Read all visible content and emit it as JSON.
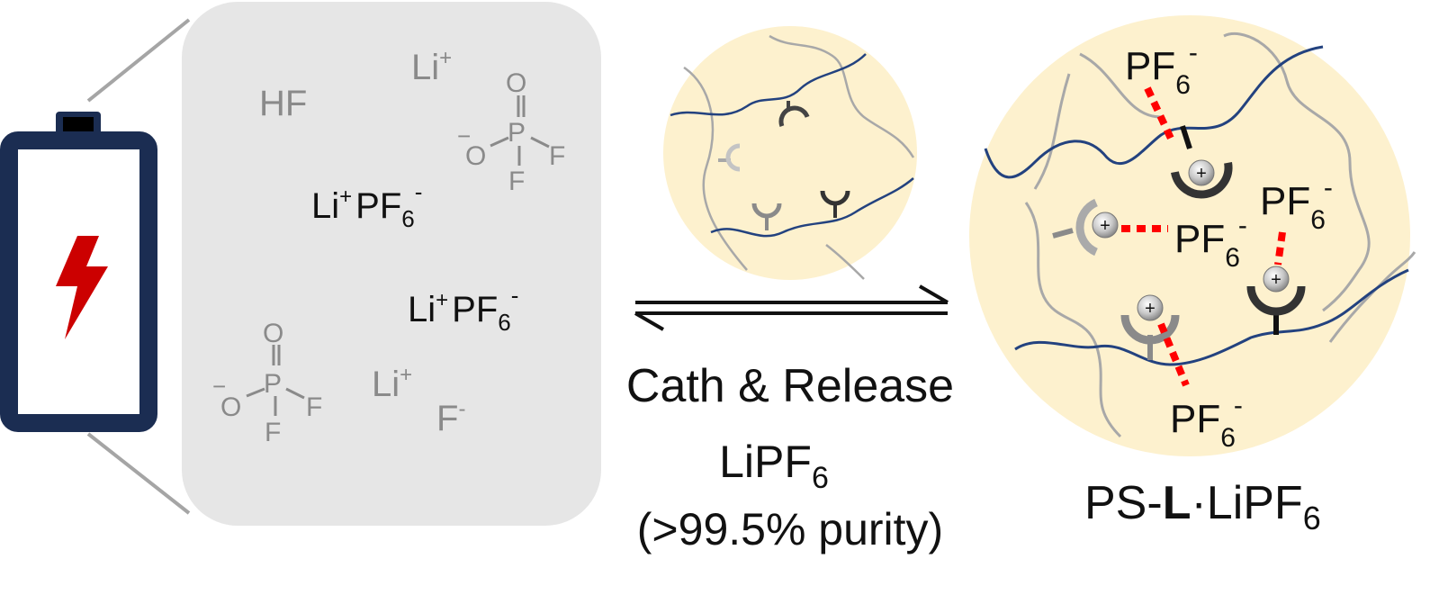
{
  "panel_left": {
    "species": {
      "hf": "HF",
      "li_top": "Li",
      "li_top_sup": "+",
      "li_bottom": "Li",
      "li_bottom_sup": "+",
      "f_minus": "F",
      "f_minus_sup": "-",
      "salt1": {
        "li": "Li",
        "li_sup": "+",
        "pf": "PF",
        "sub": "6",
        "sup": "-"
      },
      "salt2": {
        "li": "Li",
        "li_sup": "+",
        "pf": "PF",
        "sub": "6",
        "sup": "-"
      }
    },
    "molecule1": {
      "o_top": "O",
      "p": "P",
      "f_right": "F",
      "f_bottom": "F",
      "o_minus": "O",
      "minus": "−"
    },
    "molecule2": {
      "o_top": "O",
      "p": "P",
      "f_right": "F",
      "f_bottom": "F",
      "o_minus": "O",
      "minus": "−"
    }
  },
  "center": {
    "line1": "Cath & Release",
    "line2_main": "LiPF",
    "line2_sub": "6",
    "line3": "(>99.5% purity)"
  },
  "right": {
    "anions": [
      {
        "pf": "PF",
        "sub": "6",
        "sup": "-"
      },
      {
        "pf": "PF",
        "sub": "6",
        "sup": "-"
      },
      {
        "pf": "PF",
        "sub": "6",
        "sup": "-"
      },
      {
        "pf": "PF",
        "sub": "6",
        "sup": "-"
      }
    ],
    "plus": "+",
    "caption": {
      "ps": "PS-",
      "l": "L",
      "dot": "·LiPF",
      "sub": "6"
    }
  },
  "colors": {
    "battery_frame": "#1b2d52",
    "bolt": "#cc0000",
    "panel_grey": "#e6e6e6",
    "circle_fill": "#fdf1ce",
    "chain_blue": "#23427f",
    "chain_grey": "#a8a8a8",
    "dash_red": "#ff0000"
  }
}
